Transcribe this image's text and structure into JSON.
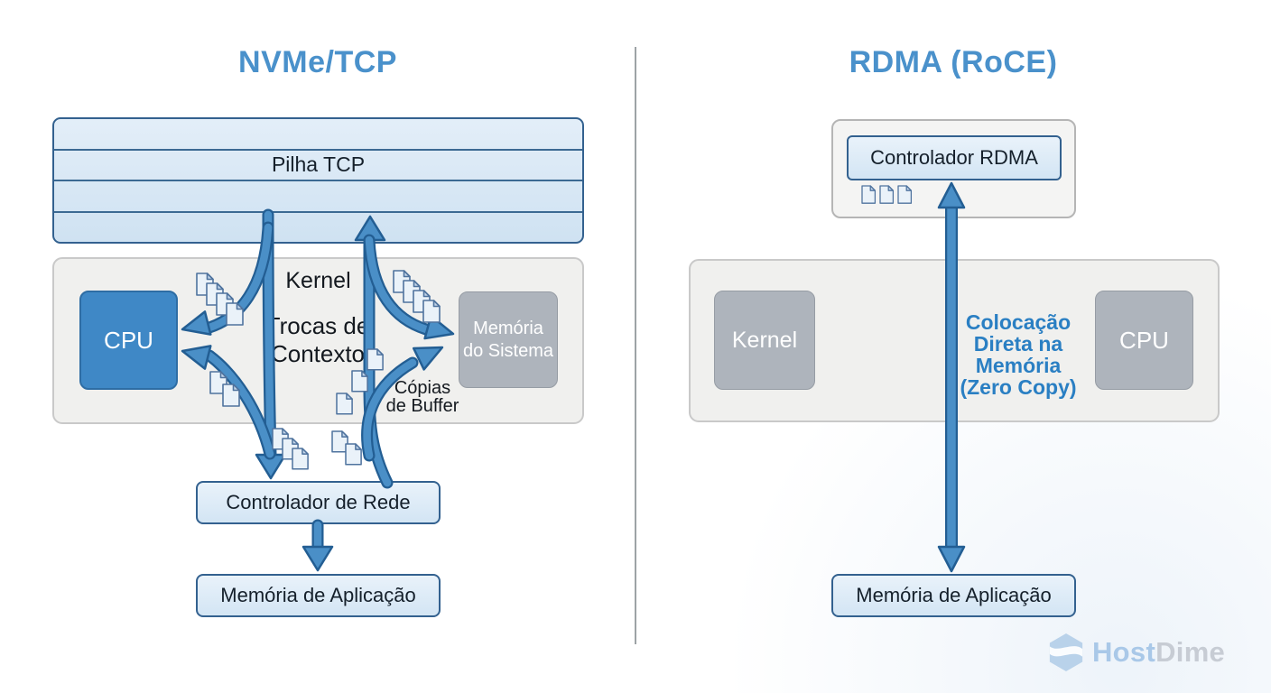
{
  "titles": {
    "left": "NVMe/TCP",
    "right": "RDMA (RoCE)"
  },
  "left_panel": {
    "tcp_stack_label": "Pilha TCP",
    "kernel_label": "Kernel",
    "cpu_label": "CPU",
    "system_memory_lines": [
      "Memória",
      "do Sistema"
    ],
    "context_switch_lines": [
      "Trocas de",
      "Contexto"
    ],
    "buffer_copies_lines": [
      "Cópias",
      "de Buffer"
    ],
    "network_controller_label": "Controlador de Rede",
    "app_memory_label": "Memória de Aplicação"
  },
  "right_panel": {
    "rdma_controller_label": "Controlador RDMA",
    "kernel_label": "Kernel",
    "cpu_label": "CPU",
    "zero_copy_lines": [
      "Colocação",
      "Direta na",
      "Memória",
      "(Zero Copy)"
    ],
    "app_memory_label": "Memória de Aplicação"
  },
  "branding": {
    "logo_host": "Host",
    "logo_dime": "Dime"
  },
  "colors": {
    "title_blue": "#4a91cb",
    "cpu_blue": "#3f88c6",
    "arrow_fill": "#4a8fc7",
    "arrow_outline": "#235e93",
    "box_fill_light_blue": "#d8e7f4",
    "box_border_blue": "#33618f",
    "kernel_panel_gray": "#f0f0ee",
    "gray_chip": "#aeb4bc",
    "zero_copy_text": "#2a7fc3",
    "logo_host_color": "#a9c8e8",
    "logo_dime_color": "#c7ccd4"
  }
}
